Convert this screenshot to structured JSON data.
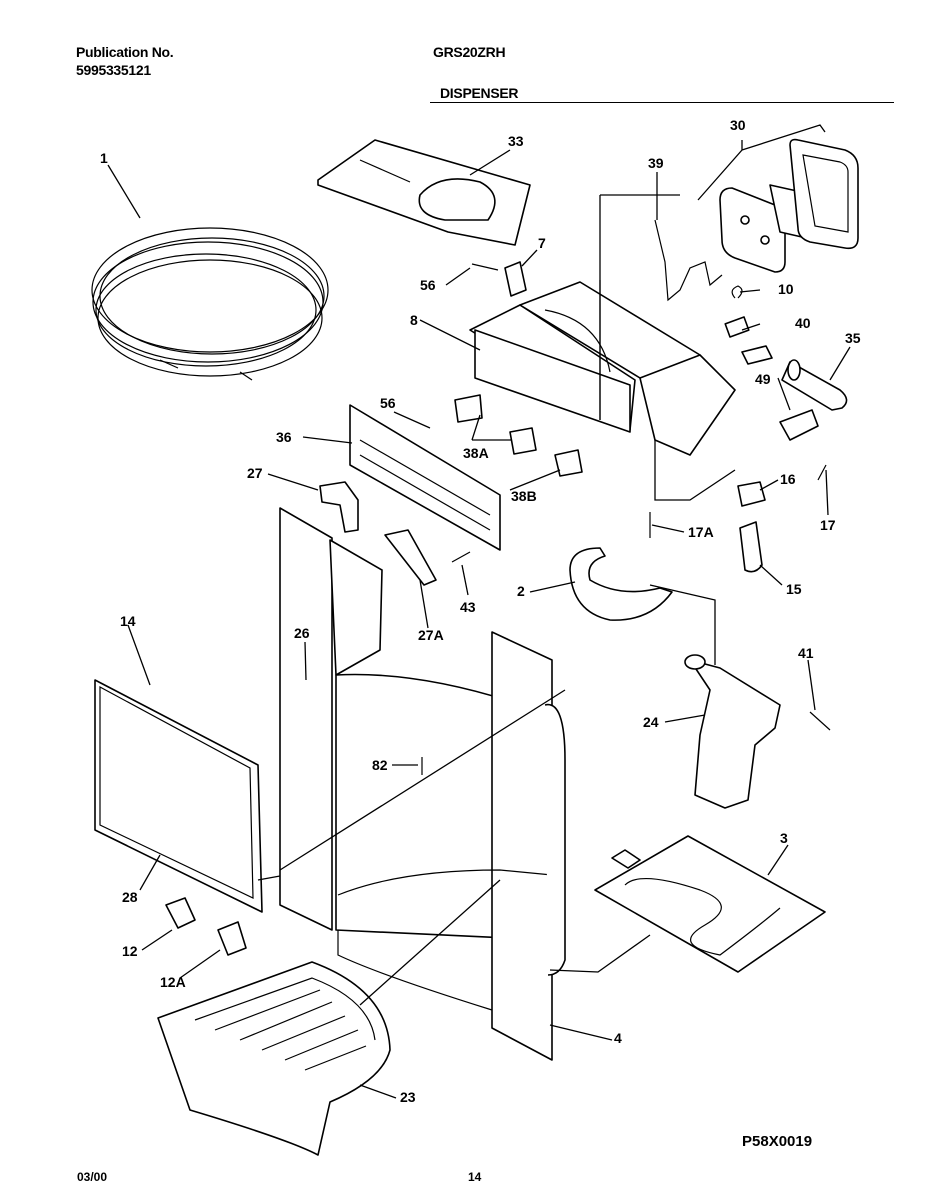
{
  "header": {
    "publication_label": "Publication No.",
    "publication_number": "5995335121",
    "model": "GRS20ZRH",
    "section": "DISPENSER"
  },
  "footer": {
    "date": "03/00",
    "page": "14",
    "diagram_code": "P58X0019"
  },
  "callouts": [
    {
      "id": "c1",
      "text": "1"
    },
    {
      "id": "c33",
      "text": "33"
    },
    {
      "id": "c30",
      "text": "30"
    },
    {
      "id": "c39",
      "text": "39"
    },
    {
      "id": "c7",
      "text": "7"
    },
    {
      "id": "c56a",
      "text": "56"
    },
    {
      "id": "c10",
      "text": "10"
    },
    {
      "id": "c8",
      "text": "8"
    },
    {
      "id": "c40",
      "text": "40"
    },
    {
      "id": "c35",
      "text": "35"
    },
    {
      "id": "c49",
      "text": "49"
    },
    {
      "id": "c56b",
      "text": "56"
    },
    {
      "id": "c36",
      "text": "36"
    },
    {
      "id": "c38A",
      "text": "38A"
    },
    {
      "id": "c27",
      "text": "27"
    },
    {
      "id": "c38B",
      "text": "38B"
    },
    {
      "id": "c16",
      "text": "16"
    },
    {
      "id": "c17",
      "text": "17"
    },
    {
      "id": "c17A",
      "text": "17A"
    },
    {
      "id": "c15",
      "text": "15"
    },
    {
      "id": "c2",
      "text": "2"
    },
    {
      "id": "c43",
      "text": "43"
    },
    {
      "id": "c14",
      "text": "14"
    },
    {
      "id": "c26",
      "text": "26"
    },
    {
      "id": "c27A",
      "text": "27A"
    },
    {
      "id": "c41",
      "text": "41"
    },
    {
      "id": "c24",
      "text": "24"
    },
    {
      "id": "c82",
      "text": "82"
    },
    {
      "id": "c3",
      "text": "3"
    },
    {
      "id": "c28",
      "text": "28"
    },
    {
      "id": "c12",
      "text": "12"
    },
    {
      "id": "c12A",
      "text": "12A"
    },
    {
      "id": "c4",
      "text": "4"
    },
    {
      "id": "c23",
      "text": "23"
    }
  ]
}
